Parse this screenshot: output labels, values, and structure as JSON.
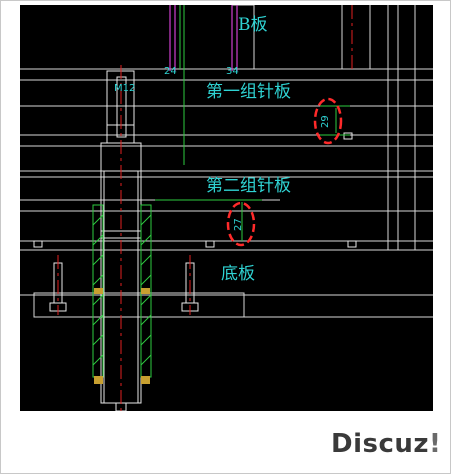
{
  "drawing": {
    "labels": {
      "b_plate": "B板",
      "first_pin_plate": "第一组针板",
      "second_pin_plate": "第二组针板",
      "bottom_plate": "底板"
    },
    "callouts": {
      "m12": "M12",
      "dim_left": "24",
      "dim_right": "34",
      "dim_upper": "29",
      "dim_lower": "27"
    },
    "colors": {
      "background": "#000000",
      "label_cyan": "#2fd3d3",
      "outline_white": "#e8e8e8",
      "center_red": "#e02020",
      "hatch_green": "#2ecc40",
      "guide_magenta": "#d040d0",
      "highlight_red": "#ff2a2a"
    }
  },
  "watermark": {
    "text": "Discuz",
    "suffix": "!"
  }
}
